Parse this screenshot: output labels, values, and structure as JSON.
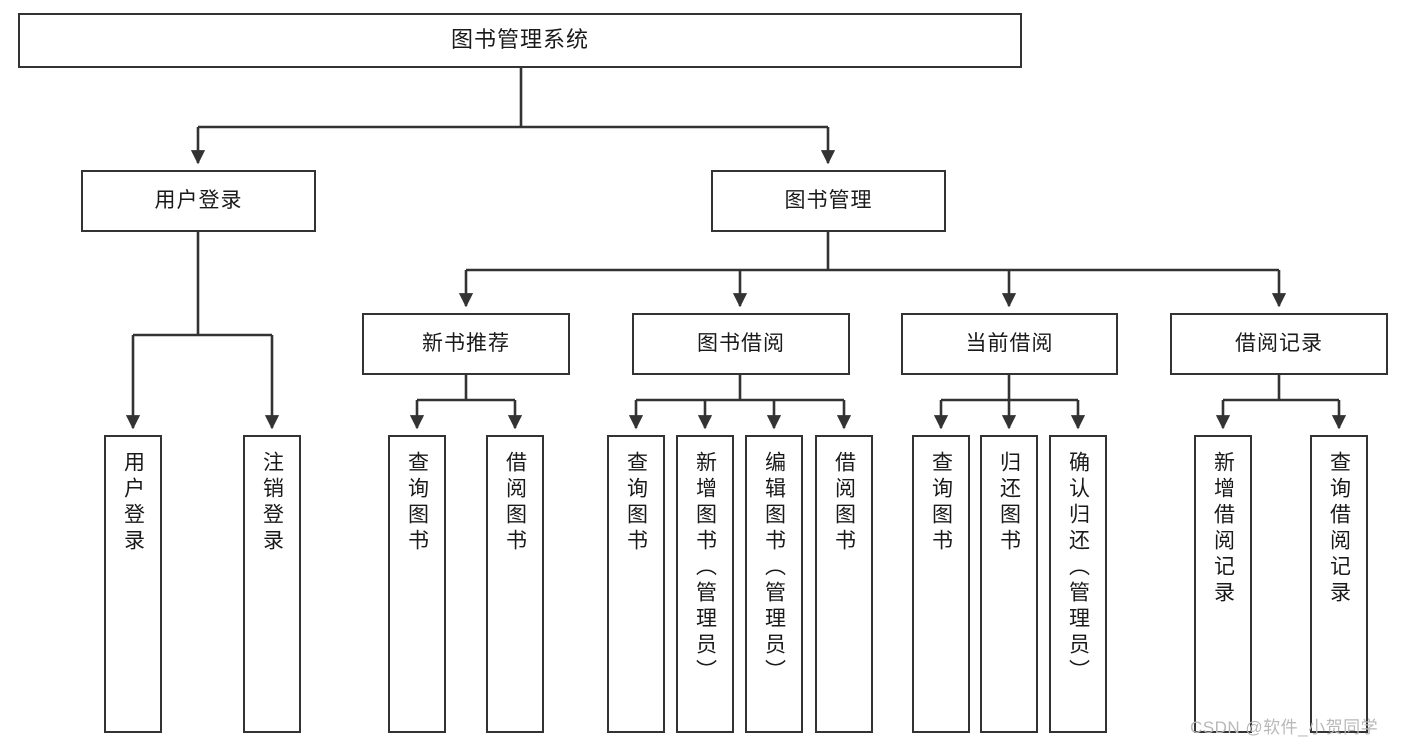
{
  "diagram": {
    "type": "hierarchy-tree",
    "title": "图书管理系统",
    "stroke_color": "#333333",
    "fill_color": "#ffffff",
    "text_color": "#1a1a1a",
    "root": {
      "label": "图书管理系统"
    },
    "level2": [
      {
        "label": "用户登录"
      },
      {
        "label": "图书管理"
      }
    ],
    "level3": [
      {
        "label": "新书推荐"
      },
      {
        "label": "图书借阅"
      },
      {
        "label": "当前借阅"
      },
      {
        "label": "借阅记录"
      }
    ],
    "leaves": {
      "user_login": [
        {
          "label": "用户登录"
        },
        {
          "label": "注销登录"
        }
      ],
      "new_book_recommend": [
        {
          "label": "查询图书"
        },
        {
          "label": "借阅图书"
        }
      ],
      "book_borrow": [
        {
          "label": "查询图书"
        },
        {
          "label": "新增图书（管理员）"
        },
        {
          "label": "编辑图书（管理员）"
        },
        {
          "label": "借阅图书"
        }
      ],
      "current_borrow": [
        {
          "label": "查询图书"
        },
        {
          "label": "归还图书"
        },
        {
          "label": "确认归还（管理员）"
        }
      ],
      "borrow_record": [
        {
          "label": "新增借阅记录"
        },
        {
          "label": "查询借阅记录"
        }
      ]
    },
    "watermark": "CSDN @软件_小贺同学"
  }
}
